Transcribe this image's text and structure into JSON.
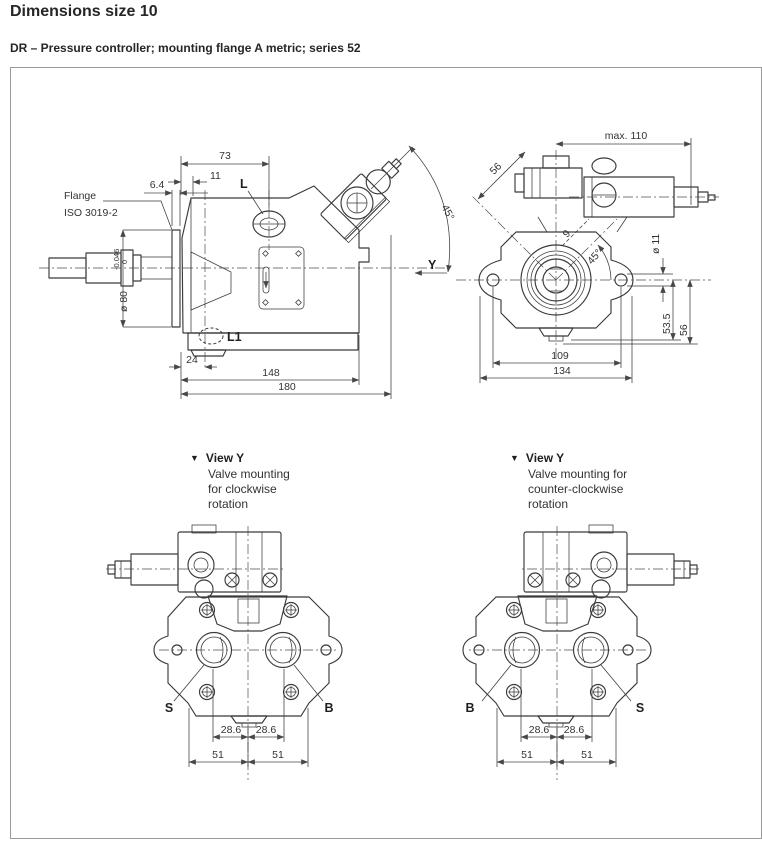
{
  "page": {
    "title": "Dimensions size 10",
    "subtitle": "DR – Pressure controller; mounting flange A metric; series 52"
  },
  "colors": {
    "line": "#3a3a3a",
    "dim": "#474747",
    "text": "#333333",
    "border": "#9a9a9a"
  },
  "side_view": {
    "flange_label_1": "Flange",
    "flange_label_2": "ISO 3019-2",
    "dim_73": "73",
    "dim_11": "11",
    "dim_6_4": "6.4",
    "port_l": "L",
    "port_l1": "L1",
    "dia_80": "ø 80",
    "tol_upper": "0",
    "tol_lower": "-0.046",
    "dim_24": "24",
    "dim_148": "148",
    "dim_180": "180",
    "angle_45": "45°",
    "axis_y": "Y"
  },
  "front_view": {
    "dim_max_110": "max. 110",
    "dim_56_diag": "56",
    "dim_9": "9",
    "angle_45": "45°",
    "dia_11": "ø 11",
    "dim_53_5": "53.5",
    "dim_56": "56",
    "dim_109": "109",
    "dim_134": "134"
  },
  "view_y_cw": {
    "marker": "▼",
    "title": "View Y",
    "line1": "Valve mounting",
    "line2": "for clockwise",
    "line3": "rotation",
    "port_left": "S",
    "port_right": "B",
    "dim_28_6_l": "28.6",
    "dim_28_6_r": "28.6",
    "dim_51_l": "51",
    "dim_51_r": "51"
  },
  "view_y_ccw": {
    "marker": "▼",
    "title": "View Y",
    "line1": "Valve mounting for",
    "line2": "counter-clockwise",
    "line3": "rotation",
    "port_left": "B",
    "port_right": "S",
    "dim_28_6_l": "28.6",
    "dim_28_6_r": "28.6",
    "dim_51_l": "51",
    "dim_51_r": "51"
  }
}
